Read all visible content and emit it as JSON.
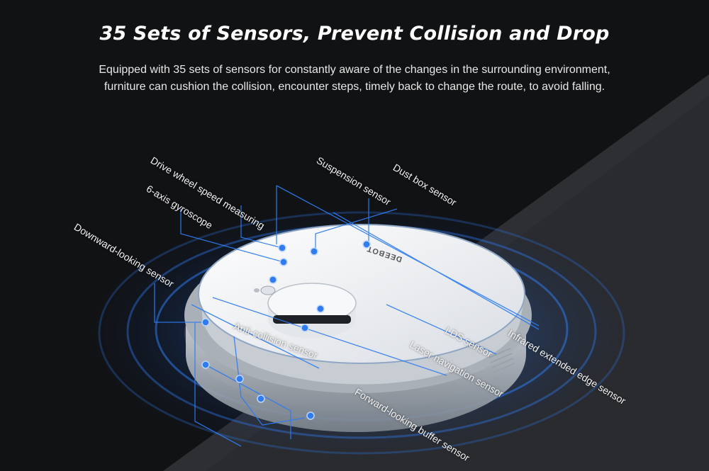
{
  "header": {
    "title": "35 Sets of Sensors, Prevent Collision and Drop",
    "subtitle_line1": "Equipped with 35 sets of sensors for constantly aware of the changes in the surrounding environment,",
    "subtitle_line2": "furniture can cushion the collision, encounter steps, timely back to change the route, to avoid falling."
  },
  "product": {
    "brand_mark": "DEEBOT"
  },
  "callouts": {
    "drive_wheel": "Drive wheel speed measuring",
    "gyroscope": "6-axis gyroscope",
    "downward": "Downward-looking sensor",
    "suspension": "Suspension sensor",
    "dust_box": "Dust box sensor",
    "anti_collision": "Anti-collision sensor",
    "lds": "LDS sensor",
    "laser_nav": "Laser navigation sensor",
    "infrared_edge": "Infrared extended edge sensor",
    "forward_buffer": "Forward-looking buffer sensor"
  },
  "colors": {
    "background": "#111214",
    "diagonal_panel": "#2a2b2e",
    "glow": "#1f6fe0",
    "sensor_dot": "#2f7cf0",
    "robot_body": "#f2f3f5"
  }
}
